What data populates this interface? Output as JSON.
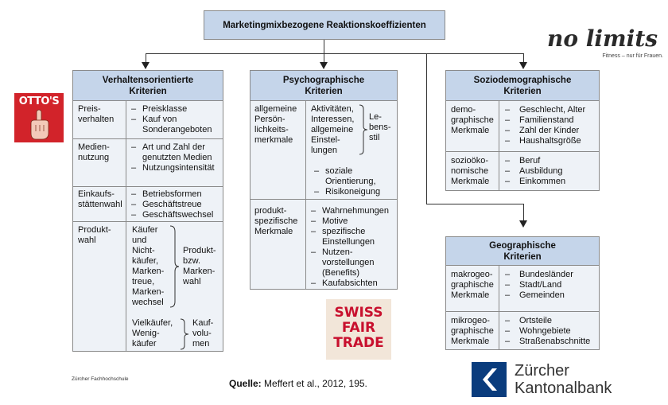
{
  "title": "Marketingmixbezogene Reaktionskoeffizienten",
  "columns": {
    "verhalten": {
      "header": "Verhaltensorientierte\nKriterien",
      "rows": [
        {
          "label": "Preis-\nverhalten",
          "items": [
            "Preisklasse",
            "Kauf von\nSonderangeboten"
          ]
        },
        {
          "label": "Medien-\nnutzung",
          "items": [
            "Art und Zahl der\ngenutzten Medien",
            "Nutzungsintensität"
          ]
        },
        {
          "label": "Einkaufs-\nstättenwahl",
          "items": [
            "Betriebsformen",
            "Geschäftstreue",
            "Geschäftswechsel"
          ]
        },
        {
          "label": "Produkt-\nwahl",
          "group1": "Käufer\nund\nNicht-\nkäufer,\nMarken-\ntreue,\nMarken-\nwechsel",
          "group1_label": "Produkt-\nbzw.\nMarken-\nwahl",
          "group2": "Vielkäufer,\nWenig-\nkäufer",
          "group2_label": "Kauf-\nvolu-\nmen"
        }
      ]
    },
    "psycho": {
      "header": "Psychographische\nKriterien",
      "rows": [
        {
          "label": "allgemeine\nPersön-\nlichkeits-\nmerkmale",
          "group": "Aktivitäten,\nInteressen,\nallgemeine\nEinstel-\nlungen",
          "group_label": "Le-\nbens-\nstil",
          "items": [
            "soziale\nOrientierung,",
            "Risikoneigung"
          ]
        },
        {
          "label": "produkt-\nspezifische\nMerkmale",
          "items": [
            "Wahrnehmungen",
            "Motive",
            "spezifische\nEinstellungen",
            "Nutzen-\nvorstellungen\n(Benefits)",
            "Kaufabsichten"
          ]
        }
      ]
    },
    "sozio": {
      "header": "Soziodemographische\nKriterien",
      "rows": [
        {
          "label": "demo-\ngraphische\nMerkmale",
          "items": [
            "Geschlecht, Alter",
            "Familienstand",
            "Zahl der Kinder",
            "Haushaltsgröße"
          ]
        },
        {
          "label": "sozioöko-\nnomische\nMerkmale",
          "items": [
            "Beruf",
            "Ausbildung",
            "Einkommen"
          ]
        }
      ]
    },
    "geo": {
      "header": "Geographische\nKriterien",
      "rows": [
        {
          "label": "makrogeo-\ngraphische\nMerkmale",
          "items": [
            "Bundesländer",
            "Stadt/Land",
            "Gemeinden"
          ]
        },
        {
          "label": "mikrogeo-\ngraphische\nMerkmale",
          "items": [
            "Ortsteile",
            "Wohngebiete",
            "Straßenabschnitte"
          ]
        }
      ]
    }
  },
  "dash": "–",
  "source_prefix": "Quelle:",
  "source_text": " Meffert et al., 2012, 195.",
  "footer_left": "Zürcher  Fachhochschule",
  "logos": {
    "nolimits": "no limits",
    "nolimits_tagline": "Fitness – nur für Frauen.",
    "ottos": "OTTO'S",
    "swiss_fair_trade": [
      "SWISS",
      "FAIR",
      "TRADE"
    ],
    "zkb": [
      "Zürcher",
      "Kantonalbank"
    ]
  },
  "colors": {
    "header_fill": "#c5d5ea",
    "box_fill": "#eef2f7",
    "ottos_red": "#d2232a",
    "zkb_blue": "#0a3c7d",
    "sft_red": "#c8102e"
  }
}
